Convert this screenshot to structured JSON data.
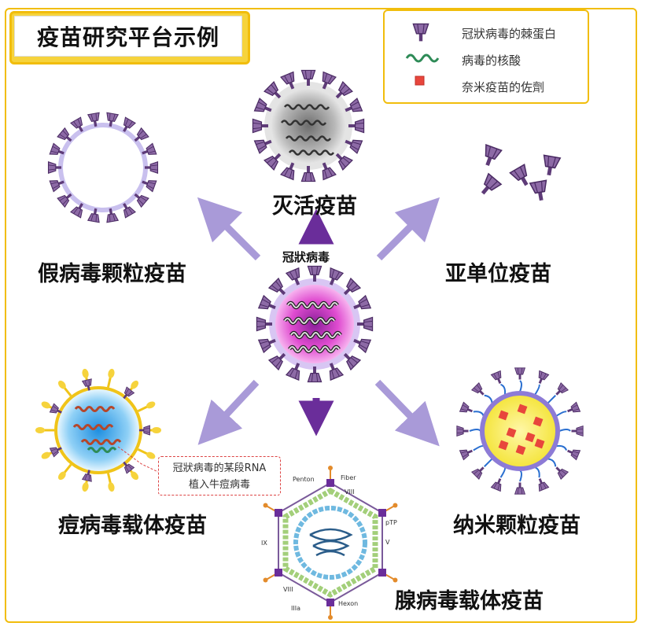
{
  "title": "疫苗研究平台示例",
  "legend": {
    "items": [
      {
        "icon": "spike-protein-icon",
        "label": "冠狀病毒的棘蛋白"
      },
      {
        "icon": "nucleic-acid-icon",
        "label": "病毒的核酸"
      },
      {
        "icon": "adjuvant-icon",
        "label": "奈米疫苗的佐劑"
      }
    ]
  },
  "center": {
    "label": "冠狀病毒"
  },
  "platforms": {
    "inactivated": "灭活疫苗",
    "vlp": "假病毒颗粒疫苗",
    "subunit": "亚单位疫苗",
    "poxvirus_vector": "痘病毒载体疫苗",
    "nanoparticle": "纳米颗粒疫苗",
    "adenovirus_vector": "腺病毒载体疫苗"
  },
  "note": {
    "line1": "冠狀病毒的某段RNA",
    "line2": "植入牛痘病毒"
  },
  "adenovirus_labels": {
    "penton": "Penton",
    "fiber": "Fiber",
    "viii_top": "VIII",
    "ptp": "pTP",
    "ix": "IX",
    "v": "V",
    "viii_bottom": "VIII",
    "iiia": "IIIa",
    "hexon": "Hexon"
  },
  "colors": {
    "frame": "#f1bd0c",
    "arrow": "#a99ad8",
    "arrow_dark": "#6a2d9a",
    "spike": "#8d6aa6",
    "center_core": "#e040c8",
    "nano_core": "#f6f04a",
    "pox_core": "#3aa6e6",
    "adjuvant": "#e8463c",
    "rna": "#2e8b57"
  }
}
